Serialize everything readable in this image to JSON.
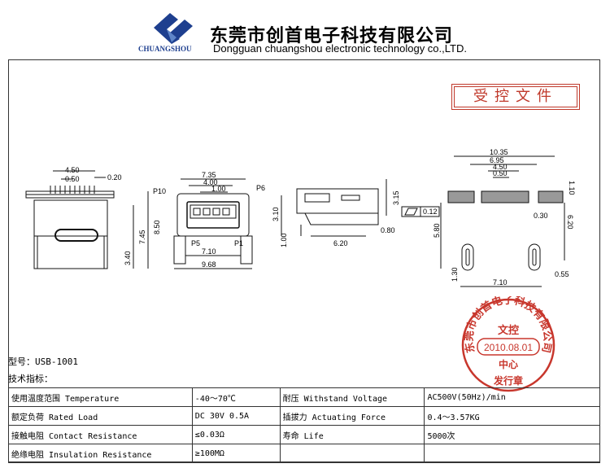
{
  "header": {
    "logo_text": "CHUANGSHOU",
    "company_cn": "东莞市创首电子科技有限公司",
    "company_en": "Dongguan chuangshou electronic technology co.,LTD."
  },
  "controlled_doc": "受控文件",
  "drawing": {
    "side_view": {
      "dims": [
        "4.50",
        "0.50",
        "0.20",
        "8.50",
        "7.45",
        "3.40"
      ]
    },
    "front_view": {
      "dims": [
        "7.35",
        "4.00",
        "1.00",
        "7.10",
        "9.68"
      ],
      "pins": [
        "P10",
        "P6",
        "P5",
        "P1"
      ]
    },
    "profile_view": {
      "dims": [
        "3.10",
        "3.15",
        "1.00",
        "6.20",
        "0.80"
      ],
      "flatness_tolerance": "0.12"
    },
    "pcb_layout": {
      "dims": [
        "10.35",
        "6.95",
        "4.50",
        "0.50",
        "1.10",
        "0.30",
        "5.80",
        "6.20",
        "1.30",
        "7.10",
        "0.55"
      ]
    }
  },
  "stamp": {
    "ring_text": "东莞市创首电子科技有限公司",
    "center_top": "文控",
    "date": "2010.08.01",
    "center_bottom": "中心",
    "footer": "发行章",
    "color": "#c8372d"
  },
  "model": "型号：USB-1001",
  "spec_title": "技术指标：",
  "specs": [
    [
      "使用温度范围 Temperature",
      "-40～70℃",
      "耐压 Withstand Voltage",
      "AC500V(50Hz)/min"
    ],
    [
      "额定负荷 Rated Load",
      "DC 30V 0.5A",
      "插拔力 Actuating Force",
      "0.4～3.57KG"
    ],
    [
      "接触电阻 Contact Resistance",
      "≤0.03Ω",
      "寿命 Life",
      "5000次"
    ],
    [
      "绝缘电阻 Insulation Resistance",
      "≥100MΩ",
      "",
      ""
    ]
  ]
}
